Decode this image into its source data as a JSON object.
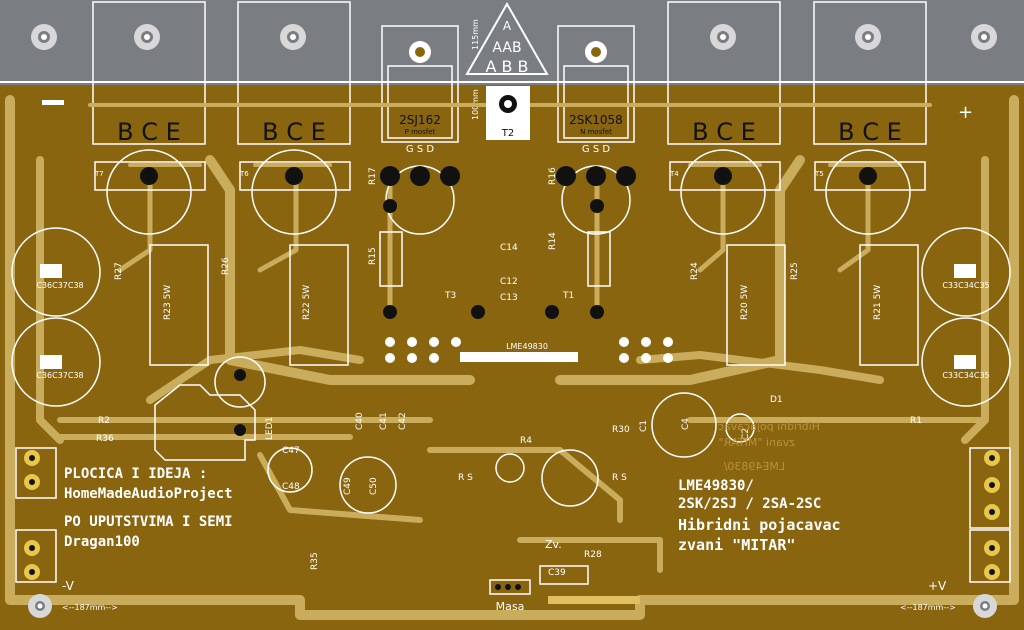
{
  "transistor_labels": {
    "t1": "B C E",
    "t2": "B C E",
    "t3": "B C E",
    "t4": "B C E"
  },
  "mosfets": {
    "left": {
      "name": "2SJ162",
      "sub": "P mosfet",
      "pins": "G S D"
    },
    "right": {
      "name": "2SK1058",
      "sub": "N mosfet",
      "pins": "G S D"
    }
  },
  "triangle": {
    "top": "A",
    "mid": "AAB",
    "bottom": "A B B",
    "dim1": "115mm",
    "dim2": "100mm"
  },
  "pcb_labels": {
    "t2": "T2",
    "t3": "T3",
    "t1": "T1",
    "t4": "T4",
    "t5": "T5",
    "t6": "T6",
    "t7": "T7",
    "chip": "LME49830",
    "r23": "R23 5W",
    "r22": "R22 5W",
    "r20": "R20 5W",
    "r21": "R21 5W",
    "r15": "R15",
    "r14": "R14",
    "r16": "R16",
    "r17": "R17",
    "r24": "R24",
    "r25": "R25",
    "r26": "R26",
    "r27": "R27",
    "r2": "R2",
    "r36": "R36",
    "r1": "R1",
    "r4": "R4",
    "r35": "R35",
    "r28": "R28",
    "r30": "R30",
    "cap_left1": "C36C37C38",
    "cap_left2": "C36C37C38",
    "cap_right1": "C33C34C35",
    "cap_right2": "C33C34C35",
    "c47": "C47",
    "c48": "C48",
    "c49": "C49",
    "c50": "C50",
    "c41": "C41",
    "c42": "C42",
    "c40": "C40",
    "c39": "C39",
    "c1": "C1",
    "c2": "C2",
    "c4": "C4",
    "c12": "C12",
    "c13": "C13",
    "c14": "C14",
    "d1": "D1",
    "led": "LED1",
    "r_s1": "R S",
    "r_s2": "R S",
    "masa": "Masa",
    "zv": "Zv.",
    "minus_v": "-V",
    "plus_v": "+V",
    "dim_left": "<--187mm-->",
    "dim_right": "<--187mm-->",
    "plus": "+",
    "mirror1": "Hibridni pojacavac",
    "mirror2": "zvani \"MITAR\"",
    "mirror3": "LME49830/"
  },
  "left_info": {
    "line1": "PLOCICA I IDEJA :",
    "line2": "HomeMadeAudioProject",
    "line3": "PO UPUTSTVIMA I SEMI",
    "line4": "Dragan100"
  },
  "right_info": {
    "line1": "LME49830/",
    "line2": "2SK/2SJ / 2SA-2SC",
    "line3": "Hibridni pojacavac",
    "line4": "zvani \"MITAR\""
  },
  "colors": {
    "board": "#8a6510",
    "trace": "#c9ad5c",
    "background": "#7a7e82",
    "silk": "#ffffff"
  }
}
